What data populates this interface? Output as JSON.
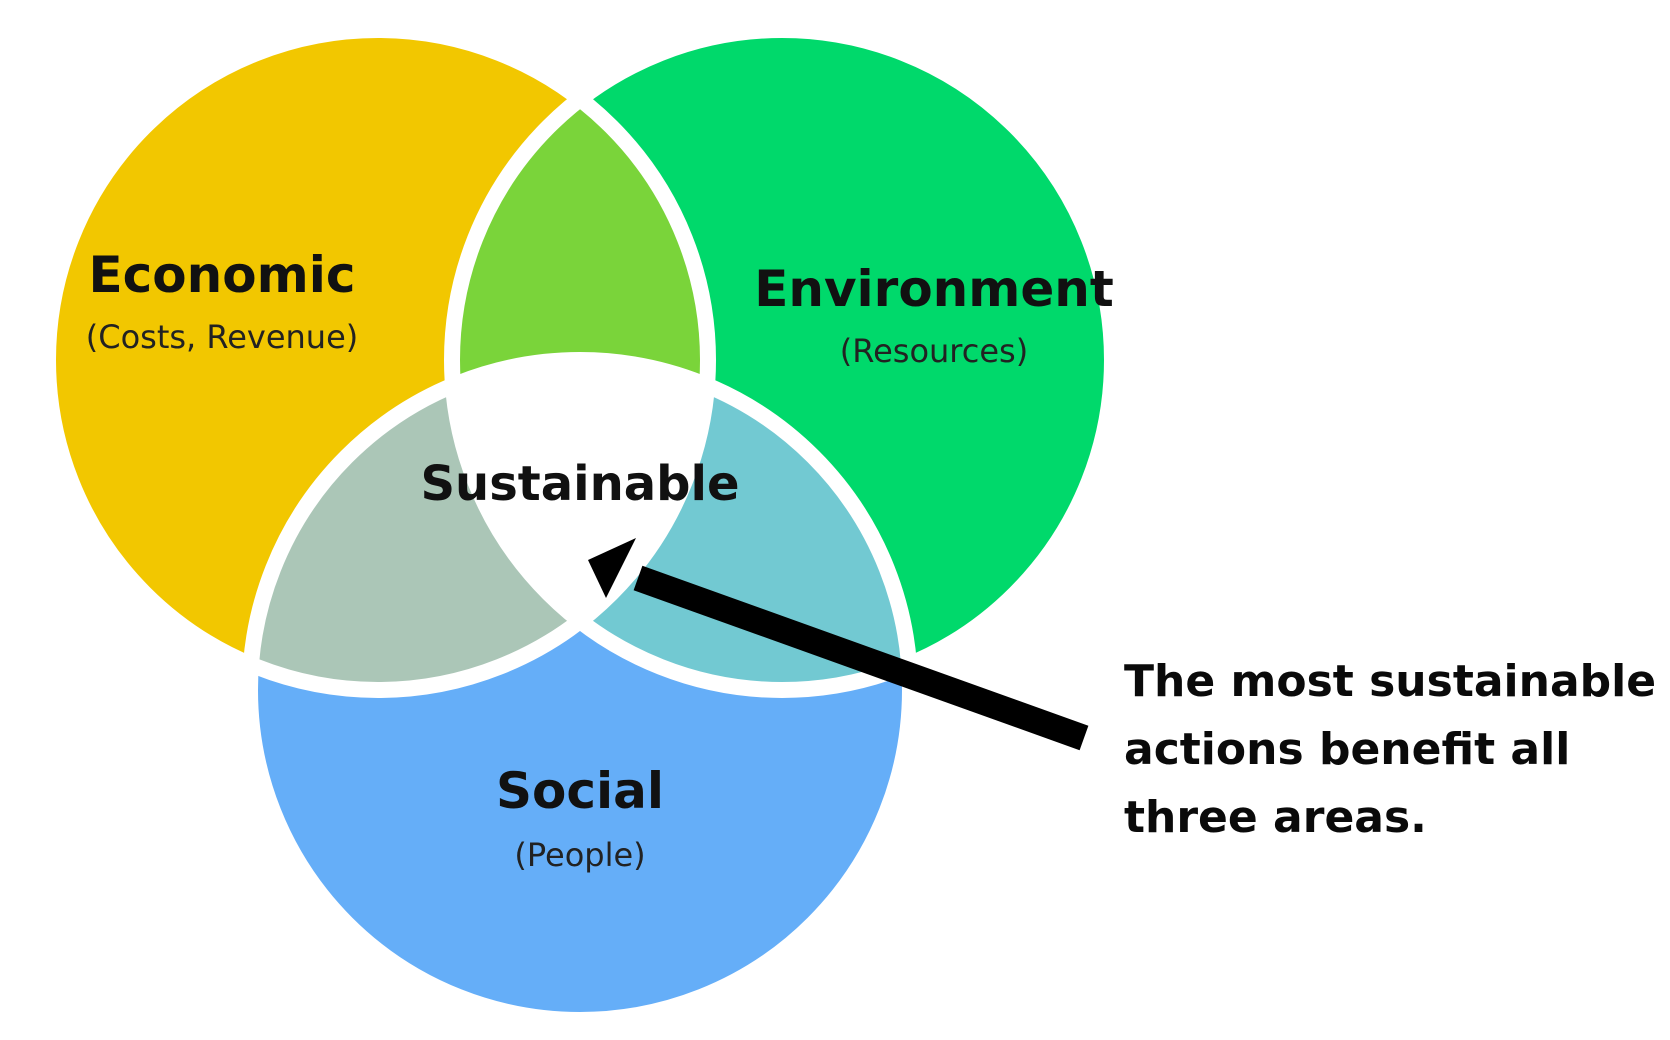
{
  "diagram": {
    "sets": [
      {
        "id": "economic",
        "title": "Economic",
        "subtitle": "(Costs, Revenue)",
        "color": "#f2c700"
      },
      {
        "id": "environment",
        "title": "Environment",
        "subtitle": "(Resources)",
        "color": "#00d96b"
      },
      {
        "id": "social",
        "title": "Social",
        "subtitle": "(People)",
        "color": "#65aef8"
      }
    ],
    "overlaps": {
      "economic_environment": "#7ad43a",
      "economic_social": "#abc6b7",
      "environment_social": "#72c9d2",
      "all_three": "#ffffff"
    },
    "center_label": "Sustainable",
    "callout": {
      "lines": [
        "The most sustainable",
        "actions benefit all",
        "three areas."
      ]
    }
  }
}
